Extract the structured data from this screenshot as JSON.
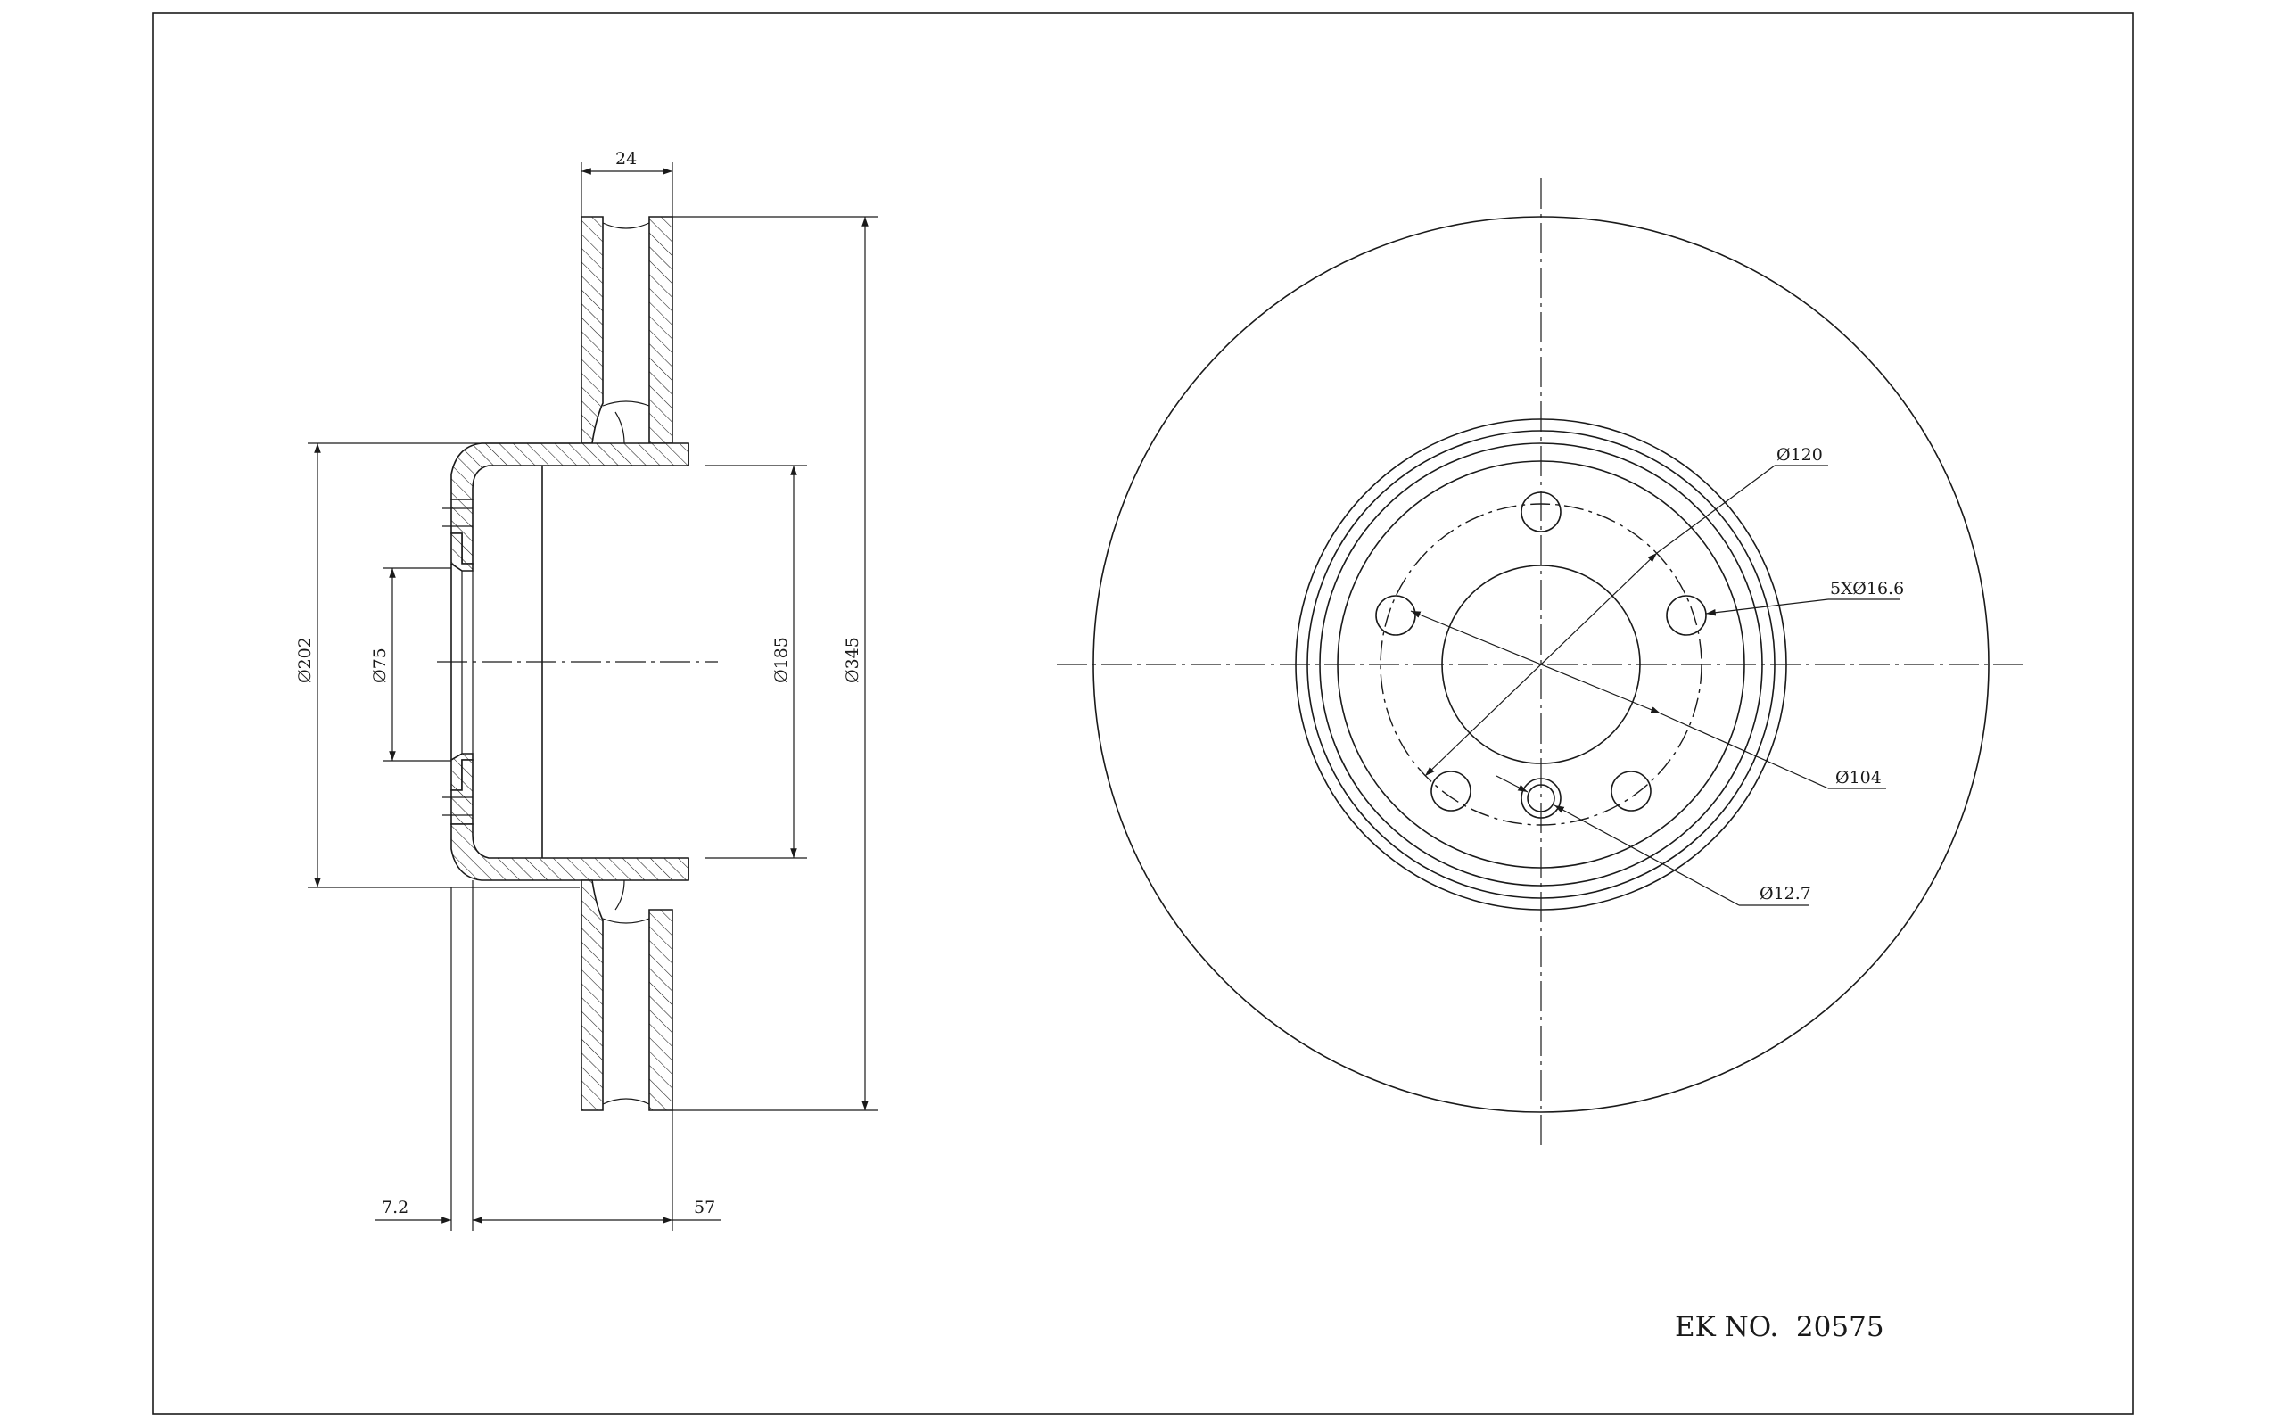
{
  "part_number_label": "EK NO.  20575",
  "dimensions": {
    "thickness": "24",
    "hub_outer_dia": "Ø202",
    "center_bore_dia": "Ø75",
    "hat_dia": "Ø185",
    "outer_dia": "Ø345",
    "offset_small": "7.2",
    "height": "57",
    "pcd": "Ø120",
    "bolt_holes": "5XØ16.6",
    "inner_dia": "Ø104",
    "small_hole_dia": "Ø12.7"
  }
}
